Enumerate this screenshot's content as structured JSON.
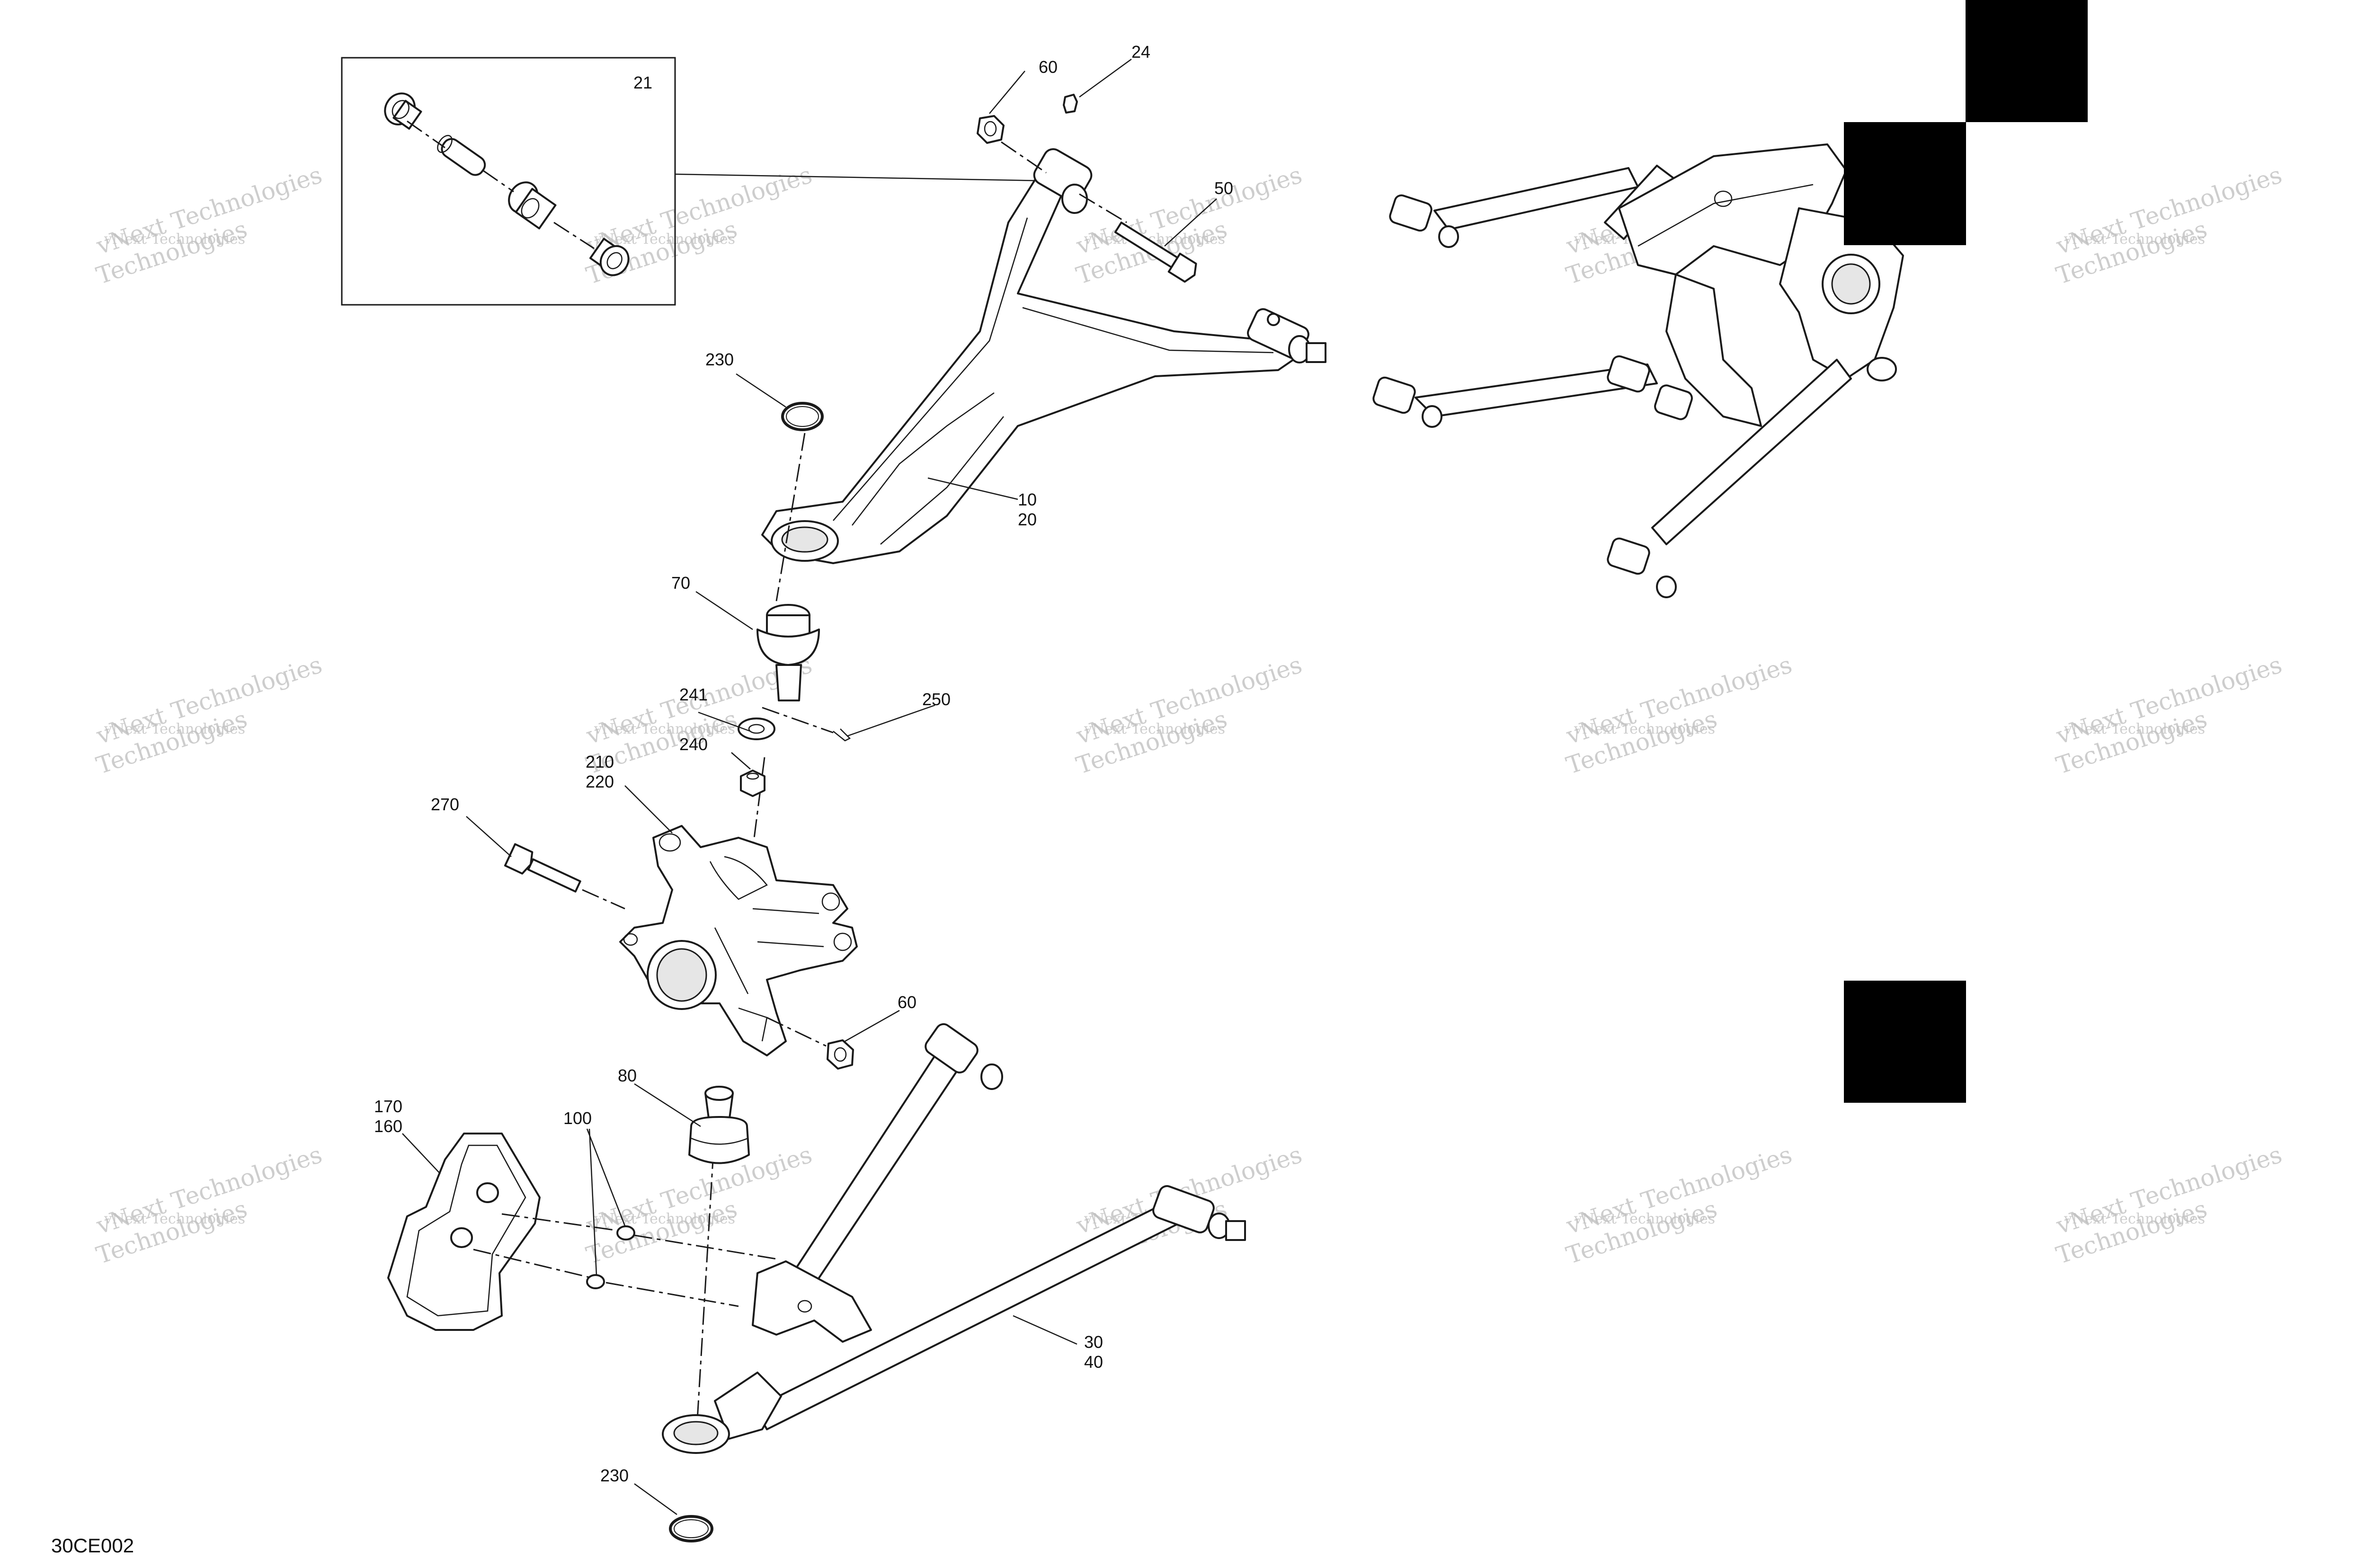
{
  "diagram": {
    "drawing_code": "30CE002",
    "watermark": {
      "line1": "vNext Technologies",
      "line2": "Technologies"
    },
    "callouts": {
      "c10_20": [
        "10",
        "20"
      ],
      "c21": "21",
      "c24": "24",
      "c30_40": [
        "30",
        "40"
      ],
      "c50": "50",
      "c60_top": "60",
      "c60_mid": "60",
      "c70": "70",
      "c80": "80",
      "c100": "100",
      "c170_160": [
        "170",
        "160"
      ],
      "c210_220": [
        "210",
        "220"
      ],
      "c230_top": "230",
      "c230_bottom": "230",
      "c240": "240",
      "c241": "241",
      "c250": "250",
      "c270": "270"
    }
  }
}
